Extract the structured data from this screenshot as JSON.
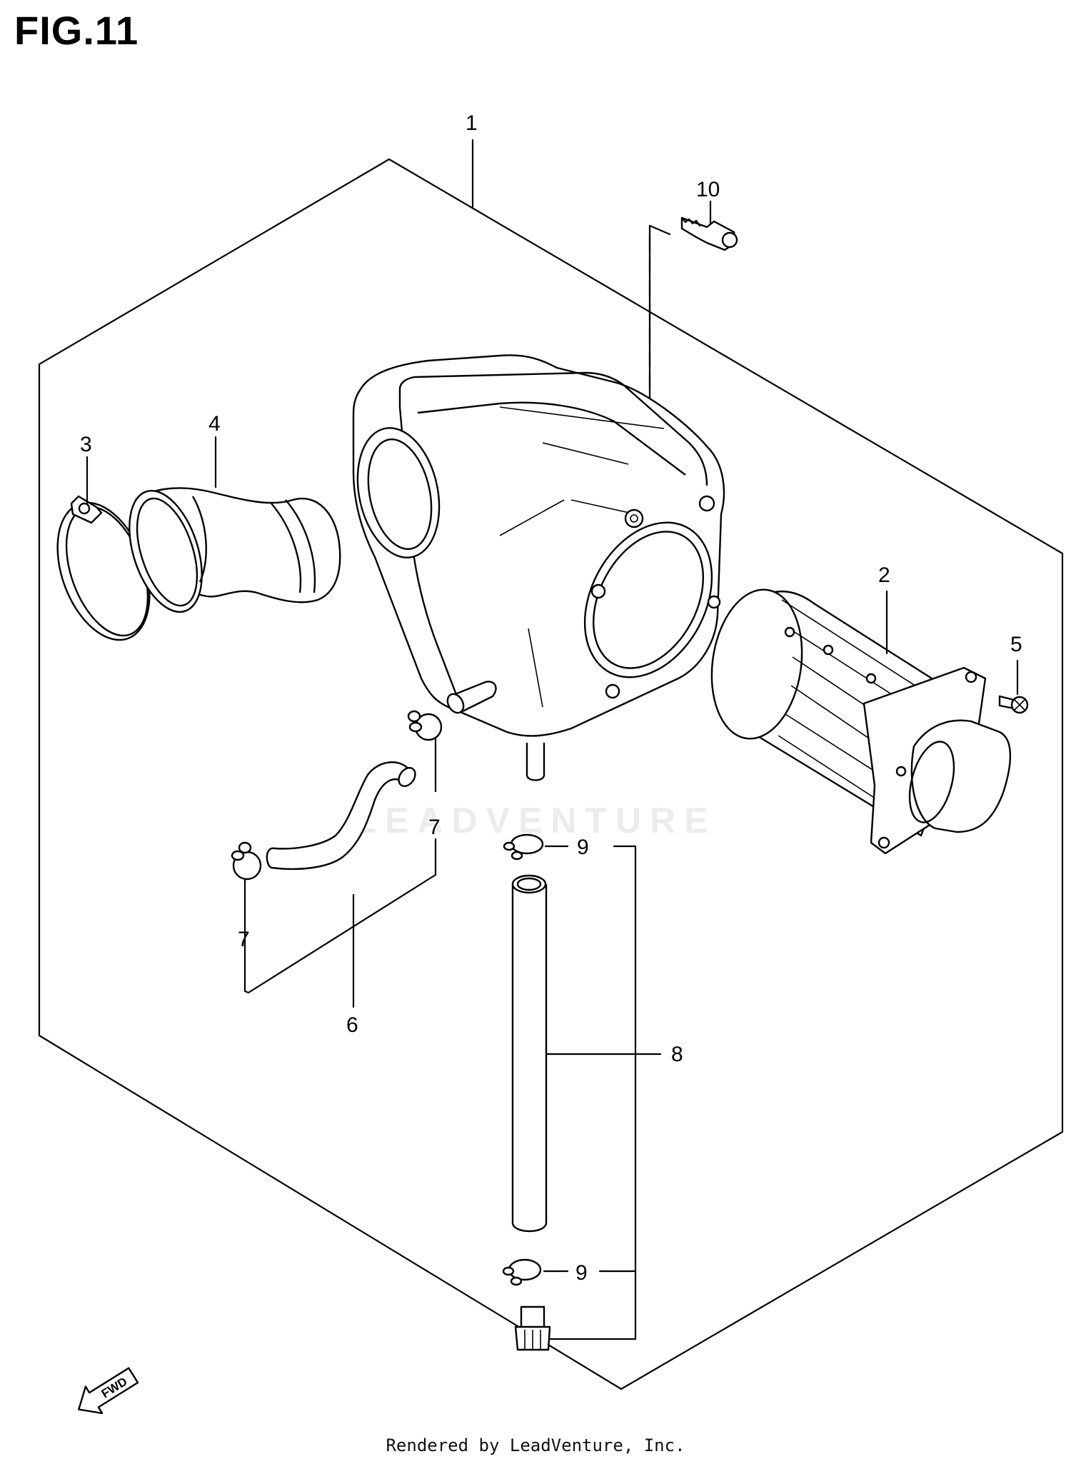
{
  "figure": {
    "title": "FIG.11"
  },
  "callouts": [
    {
      "id": "c1",
      "label": "1"
    },
    {
      "id": "c2",
      "label": "2"
    },
    {
      "id": "c3",
      "label": "3"
    },
    {
      "id": "c4",
      "label": "4"
    },
    {
      "id": "c5",
      "label": "5"
    },
    {
      "id": "c6",
      "label": "6"
    },
    {
      "id": "c7a",
      "label": "7"
    },
    {
      "id": "c7b",
      "label": "7"
    },
    {
      "id": "c8",
      "label": "8"
    },
    {
      "id": "c9a",
      "label": "9"
    },
    {
      "id": "c9b",
      "label": "9"
    },
    {
      "id": "c10",
      "label": "10"
    }
  ],
  "direction_marker": {
    "label": "FWD"
  },
  "watermark": {
    "text": "LEADVENTURE"
  },
  "footer": {
    "text": "Rendered by LeadVenture, Inc."
  }
}
